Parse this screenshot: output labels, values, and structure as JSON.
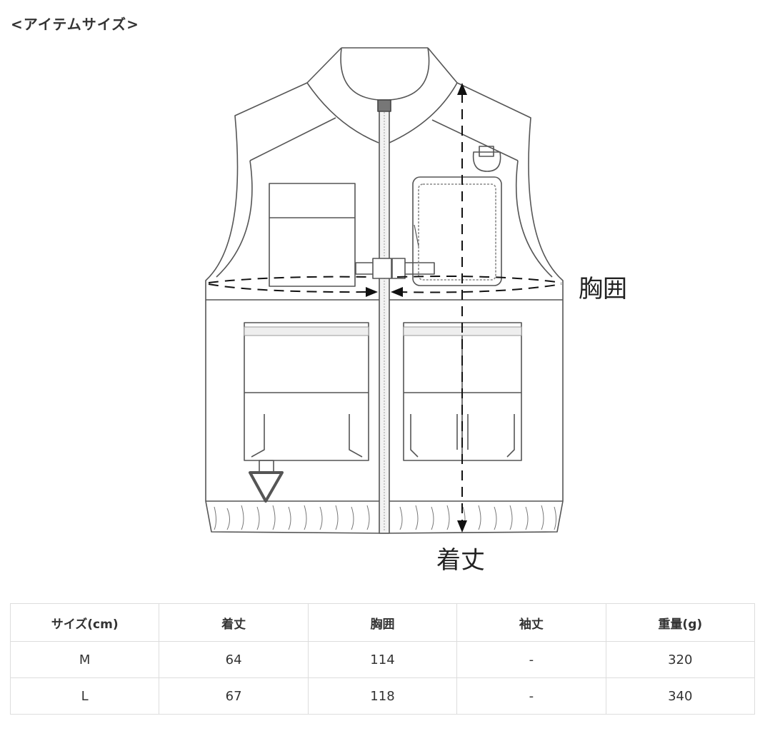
{
  "section_title": "<アイテムサイズ>",
  "diagram": {
    "labels": {
      "chest": "胸囲",
      "length": "着丈"
    }
  },
  "size_table": {
    "headers": [
      "サイズ(cm)",
      "着丈",
      "胸囲",
      "袖丈",
      "重量(g)"
    ],
    "rows": [
      [
        "M",
        "64",
        "114",
        "-",
        "320"
      ],
      [
        "L",
        "67",
        "118",
        "-",
        "340"
      ]
    ]
  }
}
